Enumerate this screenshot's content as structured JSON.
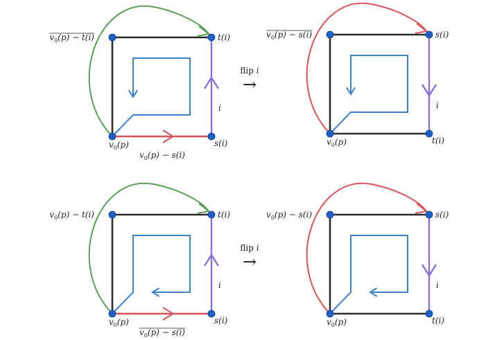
{
  "panels": [
    {
      "corner_labels": {
        "tl": "",
        "tr": "t(i)",
        "br": "s(i)",
        "bl": "v0(p)"
      },
      "edge_label": "i",
      "arc_label": "v0(p) − t(i)",
      "arc_label_overline": true,
      "bottom_label": "v0(p) − s(i)",
      "bottom_label_overline": false,
      "arc_color": "#5a9e5a",
      "bottom_edge_color": "#d9545a",
      "edge_arrow": "up",
      "blue_arrow": "down"
    },
    {
      "corner_labels": {
        "tl": "",
        "tr": "s(i)",
        "br": "t(i)",
        "bl": "v0(p)"
      },
      "edge_label": "i",
      "arc_label": "v0(p) − s(i)",
      "arc_label_overline": true,
      "bottom_label": "",
      "bottom_label_overline": false,
      "arc_color": "#d9545a",
      "bottom_edge_color": "#2b2b2b",
      "edge_arrow": "down",
      "blue_arrow": "down"
    },
    {
      "corner_labels": {
        "tl": "",
        "tr": "t(i)",
        "br": "s(i)",
        "bl": "v0(p)"
      },
      "edge_label": "i",
      "arc_label": "v0(p) − t(i)",
      "arc_label_overline": false,
      "bottom_label": "v0(p) − s(i)",
      "bottom_label_overline": true,
      "arc_color": "#5a9e5a",
      "bottom_edge_color": "#d9545a",
      "edge_arrow": "up",
      "blue_arrow": "left"
    },
    {
      "corner_labels": {
        "tl": "",
        "tr": "s(i)",
        "br": "t(i)",
        "bl": "v0(p)"
      },
      "edge_label": "i",
      "arc_label": "v0(p) − s(i)",
      "arc_label_overline": false,
      "bottom_label": "",
      "bottom_label_overline": false,
      "arc_color": "#d9545a",
      "bottom_edge_color": "#2b2b2b",
      "edge_arrow": "down",
      "blue_arrow": "left"
    }
  ],
  "flips": [
    {
      "label": "flip i",
      "arrow": "→"
    },
    {
      "label": "flip i",
      "arrow": "→"
    }
  ]
}
